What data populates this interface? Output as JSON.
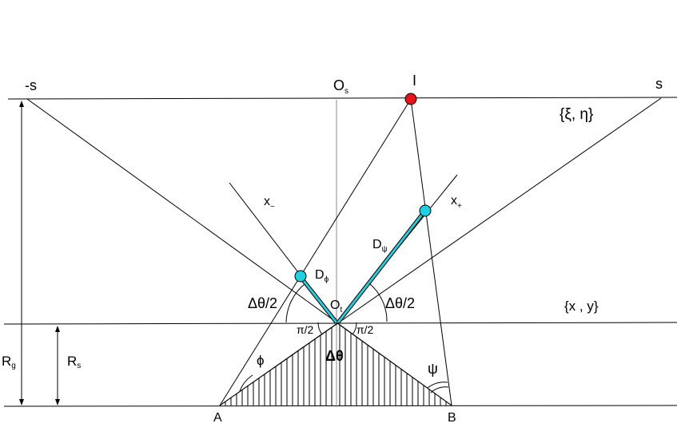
{
  "labels": {
    "minus_s": "-s",
    "os_main": "O",
    "os_sub": "s",
    "i_label": "I",
    "s_label": "s",
    "xi_eta": "{ξ, η}",
    "x_minus_main": "x",
    "x_minus_sub": "−",
    "x_plus_main": "x",
    "x_plus_sub": "+",
    "d_psi_main": "D",
    "d_psi_sub": "ψ",
    "d_phi_main": "D",
    "d_phi_sub": "ϕ",
    "delta_theta_half_left": "Δθ/2",
    "delta_theta_half_right": "Δθ/2",
    "ot_main": "O",
    "ot_sub": "t",
    "xy_label": "{x , y}",
    "pi_half_left": "π/2",
    "pi_half_right": "π/2",
    "delta_theta": "Δθ",
    "phi": "ϕ",
    "psi": "ψ",
    "rg_main": "R",
    "rg_sub": "g",
    "rs_main": "R",
    "rs_sub": "s",
    "a_label": "A",
    "b_label": "B"
  },
  "colors": {
    "line": "#000000",
    "guide": "#8c8c8c",
    "point_red": "#e8141c",
    "point_cyan": "#1fd0e0",
    "segment_cyan": "#2fc8d6"
  }
}
